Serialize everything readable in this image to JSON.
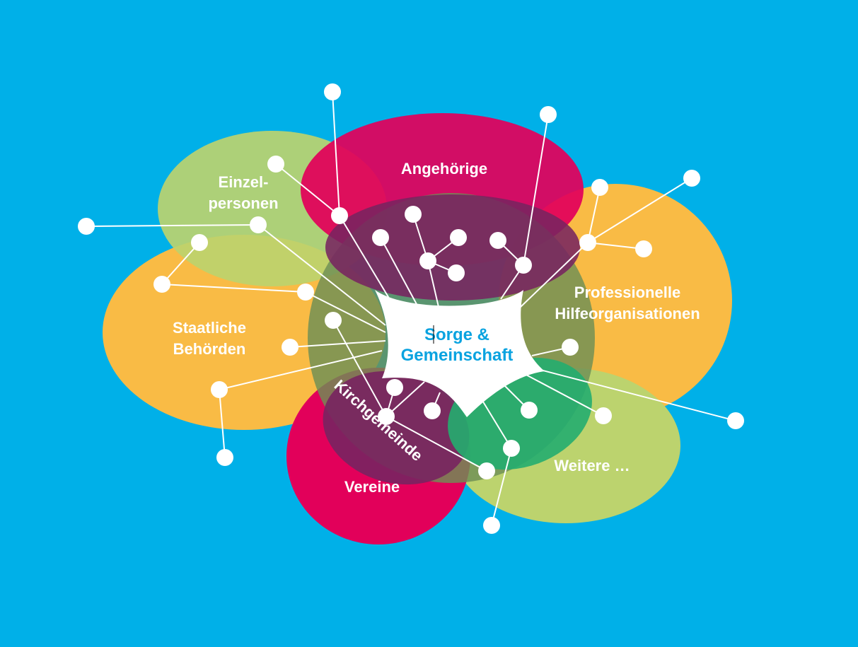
{
  "title": "Sorge & Gemeinschaft",
  "colors": {
    "background": "#00b0e8",
    "angehoerige": "#e2005a",
    "einzelpersonen": "#bcd36e",
    "staatliche_behoerden": "#f9bb45",
    "professionelle": "#f9bb45",
    "kirchgemeinde": "#6e8f56",
    "kirchgemeinde_bottom": "#782460",
    "vereine": "#e2005a",
    "weitere": "#bcd36e",
    "weitere_inner": "#23ad6f",
    "center": "#ffffff",
    "center_text": "#0aa3e0",
    "nodes": "#ffffff"
  },
  "center": {
    "line1": "Sorge &",
    "line2": "Gemeinschaft"
  },
  "groups": {
    "angehoerige": "Angehörige",
    "einzelpersonen_1": "Einzel-",
    "einzelpersonen_2": "personen",
    "staatliche_1": "Staatliche",
    "staatliche_2": "Behörden",
    "professionelle_1": "Professionelle",
    "professionelle_2": "Hilfeorganisationen",
    "kirchgemeinde": "Kirchgemeinde",
    "vereine": "Vereine",
    "weitere": "Weitere …"
  }
}
